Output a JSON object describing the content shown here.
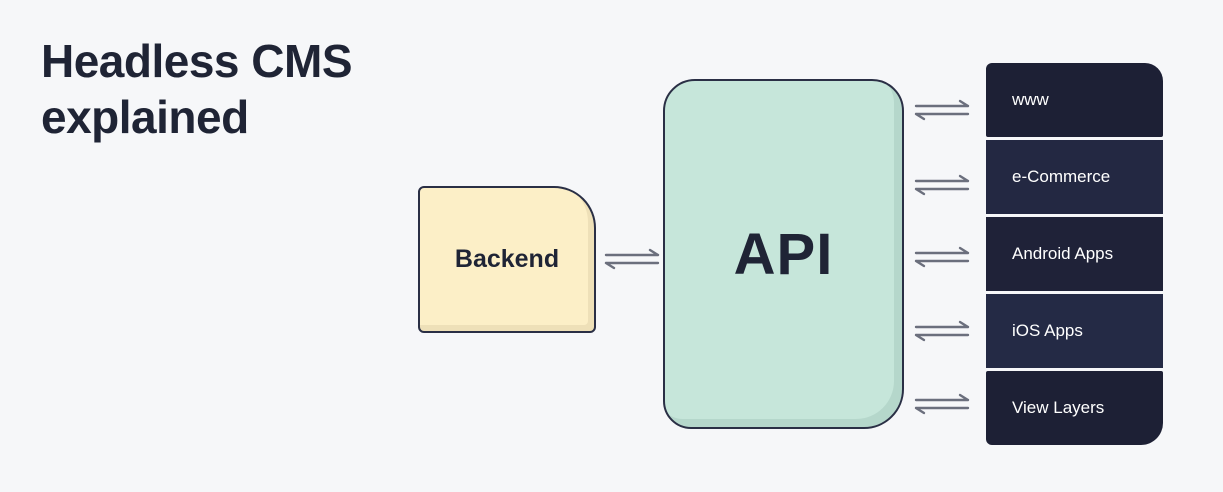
{
  "title": {
    "line1": "Headless CMS",
    "line2": "explained"
  },
  "backend": {
    "label": "Backend"
  },
  "api": {
    "label": "API"
  },
  "targets": [
    {
      "label": "www"
    },
    {
      "label": "e-Commerce"
    },
    {
      "label": "Android Apps"
    },
    {
      "label": "iOS Apps"
    },
    {
      "label": "View Layers"
    }
  ],
  "colors": {
    "background": "#f6f7f9",
    "backend_fill": "#fcefc7",
    "api_fill": "#c6e6da",
    "target_fill": "#1d2035",
    "outline": "#2a2f45",
    "arrow": "#6b6f7d"
  },
  "icons": {
    "connector": "bidirectional-arrows-icon"
  }
}
